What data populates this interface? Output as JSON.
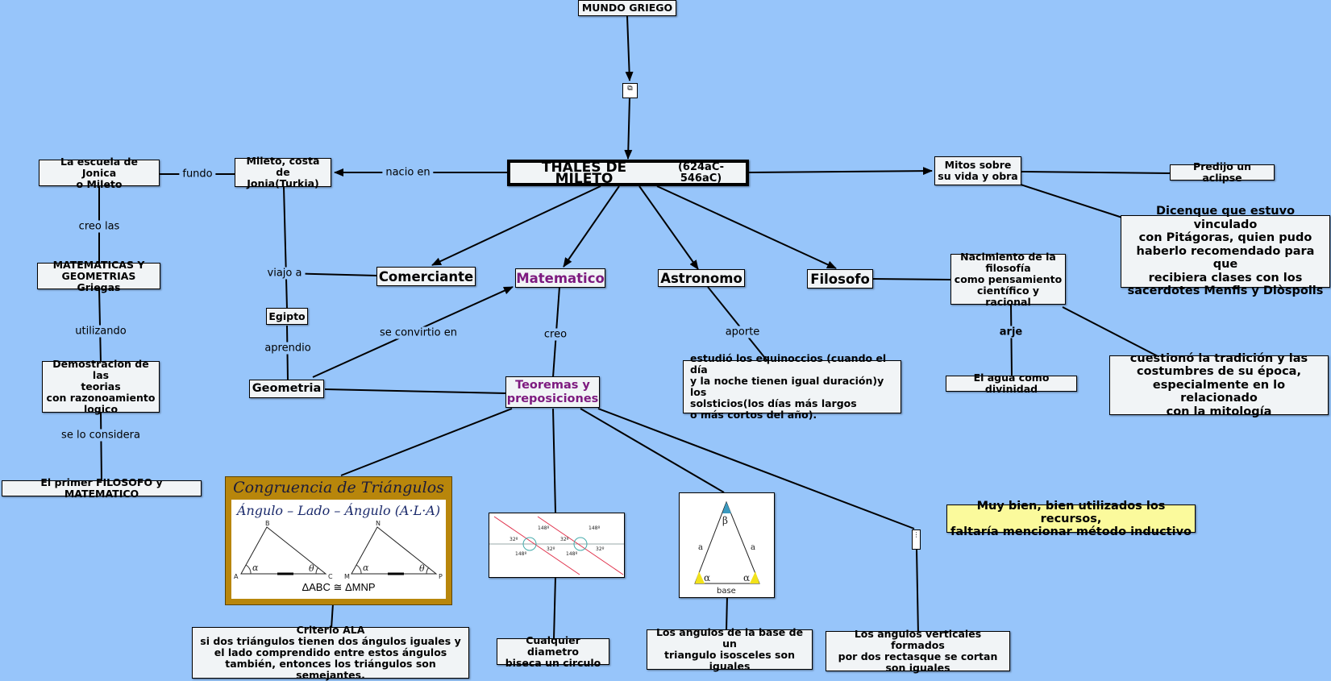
{
  "nodes": {
    "mundo_griego": "MUNDO GRIEGO",
    "thales_title": "THALES DE MILETO",
    "thales_dates": "(624aC-546aC)",
    "mileto": "Mileto, costa de\nJonia(Turkia)",
    "escuela": "La escuela de Jonica\no Mileto",
    "matematicas": "MATEMATICAS Y\nGEOMETRIAS Griegas",
    "demostracion": "Demostracion de las\nteorias\ncon razonoamiento\nlogico",
    "primer": "El primer FILOSOFO y MATEMATICO",
    "egipto": "Egipto",
    "geometria": "Geometria",
    "comerciante": "Comerciante",
    "matematico": "Matematico",
    "astronomo": "Astronomo",
    "filosofo": "Filosofo",
    "teoremas": "Teoremas y\npreposiciones",
    "equinoccios": "estudió los equinoccios (cuando el día\ny la noche tienen igual duración)y los\nsolsticios(los días más largos\no más cortos del año).",
    "mitos": "Mitos sobre\nsu vida y obra",
    "eclipse": "Predijo un aclipse",
    "pitagoras": "Dicenque que estuvo vinculado\ncon Pitágoras, quien pudo\nhaberlo recomendado para que\nrecibiera clases con los\nsacerdotes Menfis y Diòspolis",
    "nacimiento": "Nacimiento de la\nfilosofía\ncomo pensamiento\ncientífico y racional",
    "agua": "El agua como divinidad",
    "cuestiono": "cuestionó la tradición y las\ncostumbres de su época,\nespecialmente en lo relacionado\ncon la mitología",
    "criterio": "Criterio ALA\nsi dos triángulos tienen dos ángulos iguales y\nel lado comprendido entre estos ángulos\ntambién, entonces los triángulos son semejantes.",
    "diametro": "Cualquier diametro\nbiseca un circulo",
    "isosceles": "Los angulos de la base de un\ntriangulo isosceles son\niguales",
    "verticales": "Los angulos verticales formados\npor dos rectasque se cortan\nson iguales",
    "comentario": "Muy bien, bien utilizados los recursos,\nfaltaría mencionar método inductivo"
  },
  "links": {
    "nacio_en": "nacio en",
    "fundo": "fundo",
    "creo_las": "creo las",
    "utilizando": "utilizando",
    "se_lo_considera": "se lo considera",
    "viajo_a": "viajo a",
    "aprendio": "aprendio",
    "se_convirtio_en": "se convirtio en",
    "creo": "creo",
    "aporte": "aporte",
    "arje": "arje"
  },
  "images": {
    "congruencia_title": "Congruencia de Triángulos",
    "congruencia_sub": "Ángulo – Lado – Ángulo (A·L·A)",
    "congruencia_eq": "ΔABC ≅ ΔMNP",
    "tri1_labels": [
      "A",
      "B",
      "C"
    ],
    "tri2_labels": [
      "M",
      "N",
      "P"
    ],
    "angle_alpha": "α",
    "angle_theta": "θ",
    "angle_beta": "β",
    "side_a": "a",
    "base_label": "base",
    "deg_32": "32º",
    "deg_148": "148º"
  },
  "colors": {
    "background": "#97c5fa",
    "node_fill": "#f1f4f6",
    "purple_text": "#7d1a7f",
    "comment_fill": "#fbfa9c",
    "congruencia_frame": "#b8860b"
  }
}
